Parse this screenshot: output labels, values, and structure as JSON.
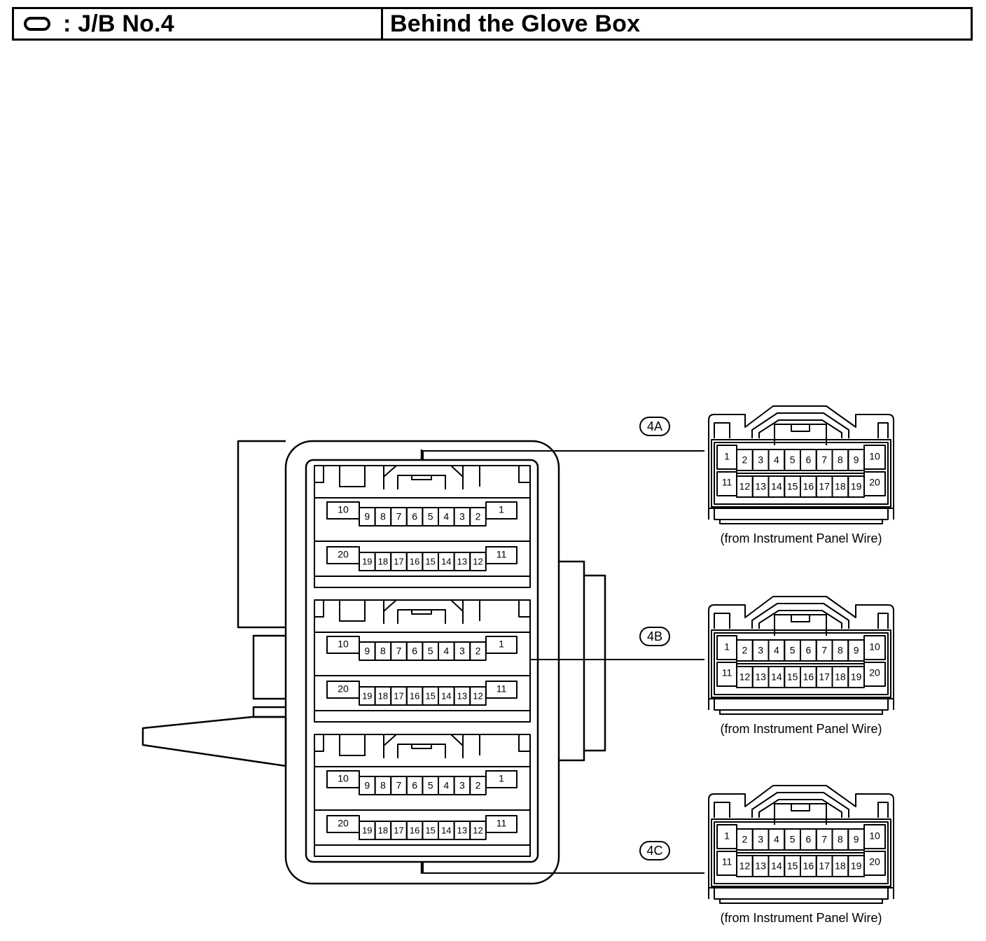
{
  "header": {
    "symbol_icon": "oval-icon",
    "title": ": J/B No.4",
    "location": "Behind the Glove Box"
  },
  "connectors": [
    {
      "id": "4A",
      "caption": "(from Instrument Panel Wire)",
      "top_row": [
        "1",
        "2",
        "3",
        "4",
        "5",
        "6",
        "7",
        "8",
        "9",
        "10"
      ],
      "bottom_row": [
        "11",
        "12",
        "13",
        "14",
        "15",
        "16",
        "17",
        "18",
        "19",
        "20"
      ]
    },
    {
      "id": "4B",
      "caption": "(from Instrument Panel Wire)",
      "top_row": [
        "1",
        "2",
        "3",
        "4",
        "5",
        "6",
        "7",
        "8",
        "9",
        "10"
      ],
      "bottom_row": [
        "11",
        "12",
        "13",
        "14",
        "15",
        "16",
        "17",
        "18",
        "19",
        "20"
      ]
    },
    {
      "id": "4C",
      "caption": "(from Instrument Panel Wire)",
      "top_row": [
        "1",
        "2",
        "3",
        "4",
        "5",
        "6",
        "7",
        "8",
        "9",
        "10"
      ],
      "bottom_row": [
        "11",
        "12",
        "13",
        "14",
        "15",
        "16",
        "17",
        "18",
        "19",
        "20"
      ]
    }
  ],
  "junction_block": {
    "sockets": [
      {
        "top_row": [
          "10",
          "9",
          "8",
          "7",
          "6",
          "5",
          "4",
          "3",
          "2",
          "1"
        ],
        "bottom_row": [
          "20",
          "19",
          "18",
          "17",
          "16",
          "15",
          "14",
          "13",
          "12",
          "11"
        ]
      },
      {
        "top_row": [
          "10",
          "9",
          "8",
          "7",
          "6",
          "5",
          "4",
          "3",
          "2",
          "1"
        ],
        "bottom_row": [
          "20",
          "19",
          "18",
          "17",
          "16",
          "15",
          "14",
          "13",
          "12",
          "11"
        ]
      },
      {
        "top_row": [
          "10",
          "9",
          "8",
          "7",
          "6",
          "5",
          "4",
          "3",
          "2",
          "1"
        ],
        "bottom_row": [
          "20",
          "19",
          "18",
          "17",
          "16",
          "15",
          "14",
          "13",
          "12",
          "11"
        ]
      }
    ]
  }
}
